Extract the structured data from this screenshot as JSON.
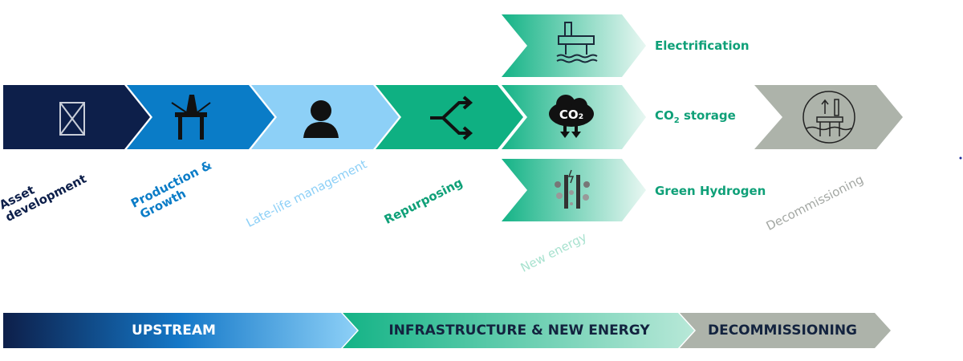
{
  "stages": [
    {
      "label_line1": "Asset",
      "label_line2": "development",
      "icon": "scaffold-icon",
      "color": "#0d1f4a"
    },
    {
      "label_line1": "Production &",
      "label_line2": "Growth",
      "icon": "oil-rig-icon",
      "color": "#0a7cc7"
    },
    {
      "label": "Late-life management",
      "icon": "worker-hardhat-icon",
      "color": "#8dd0f7"
    },
    {
      "label": "Repurposing",
      "icon": "split-arrow-icon",
      "color": "#0fb082"
    }
  ],
  "new_energy": {
    "label": "New energy",
    "items": [
      {
        "label": "Electrification",
        "icon": "offshore-platform-icon"
      },
      {
        "label_main": "CO",
        "label_sub": "2",
        "label_rest": " storage",
        "icon_text": "CO₂",
        "icon": "co2-cloud-icon"
      },
      {
        "label": "Green Hydrogen",
        "icon": "electrolysis-icon"
      }
    ],
    "color": "#14b386"
  },
  "decommissioning_stage": {
    "label": "Decommissioning",
    "icon": "platform-removal-icon",
    "color": "#adb3aa"
  },
  "bottom_bar": [
    {
      "label": "UPSTREAM"
    },
    {
      "label": "INFRASTRUCTURE & NEW ENERGY"
    },
    {
      "label": "DECOMMISSIONING"
    }
  ]
}
